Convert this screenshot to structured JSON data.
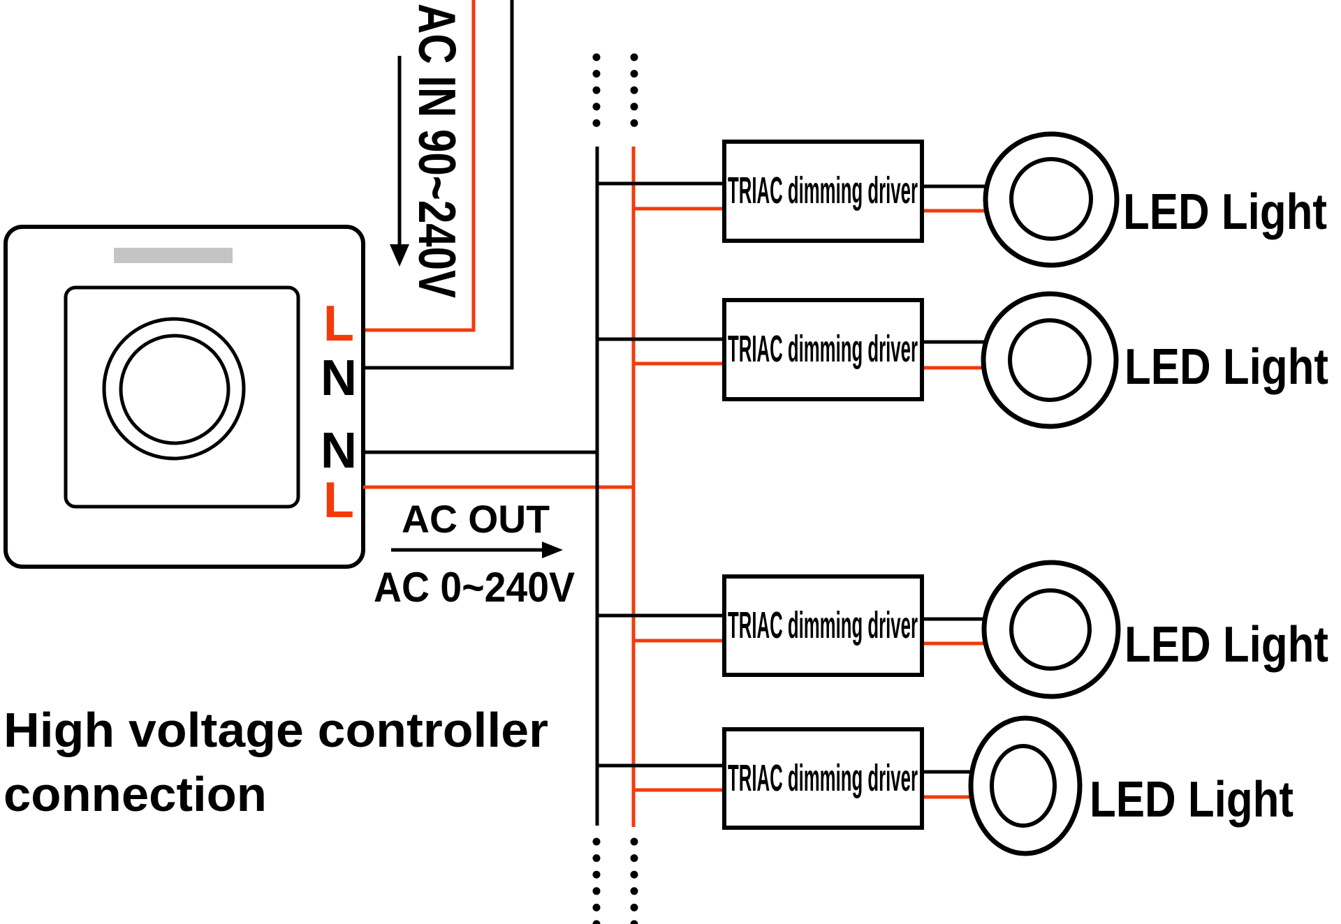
{
  "title": {
    "line1": "High voltage controller",
    "line2": "connection"
  },
  "ac_in": {
    "label": "AC IN 90~240V"
  },
  "ac_out": {
    "label": "AC OUT",
    "voltage": "AC 0~240V"
  },
  "controller": {
    "terminals": [
      {
        "name": "L",
        "type": "live"
      },
      {
        "name": "N",
        "type": "neutral"
      },
      {
        "name": "N",
        "type": "neutral"
      },
      {
        "name": "L",
        "type": "live"
      }
    ]
  },
  "drivers": [
    {
      "label": "TRIAC dimming driver"
    },
    {
      "label": "TRIAC dimming driver"
    },
    {
      "label": "TRIAC dimming driver"
    },
    {
      "label": "TRIAC dimming driver"
    }
  ],
  "leds": [
    {
      "label": "LED Light"
    },
    {
      "label": "LED Light"
    },
    {
      "label": "LED Light"
    },
    {
      "label": "LED Light"
    }
  ],
  "colors": {
    "live_wire": "#f33b0a",
    "neutral_wire": "#000000",
    "knob_slot": "#c4c4c4"
  }
}
